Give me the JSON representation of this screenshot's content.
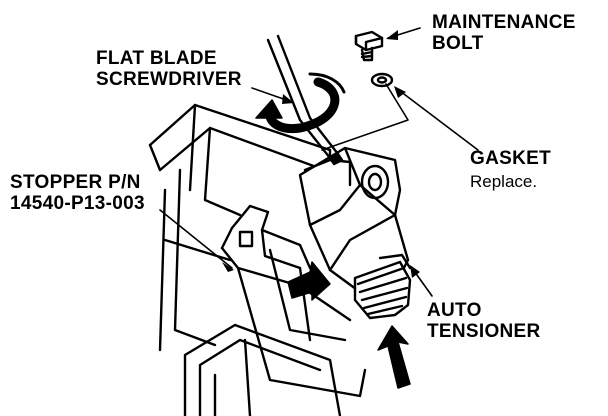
{
  "colors": {
    "ink": "#000000",
    "paper": "#ffffff",
    "shade": "#3a3a3a"
  },
  "labels": {
    "maintenance_bolt": [
      "MAINTENANCE",
      "BOLT"
    ],
    "flat_blade_screwdriver": [
      "FLAT BLADE",
      "SCREWDRIVER"
    ],
    "gasket": "GASKET",
    "gasket_note": "Replace.",
    "stopper_pn": [
      "STOPPER P/N",
      "14540-P13-003"
    ],
    "auto_tensioner": [
      "AUTO",
      "TENSIONER"
    ]
  },
  "icons": [
    "rotation-arrow-icon",
    "push-arrow-icon"
  ]
}
